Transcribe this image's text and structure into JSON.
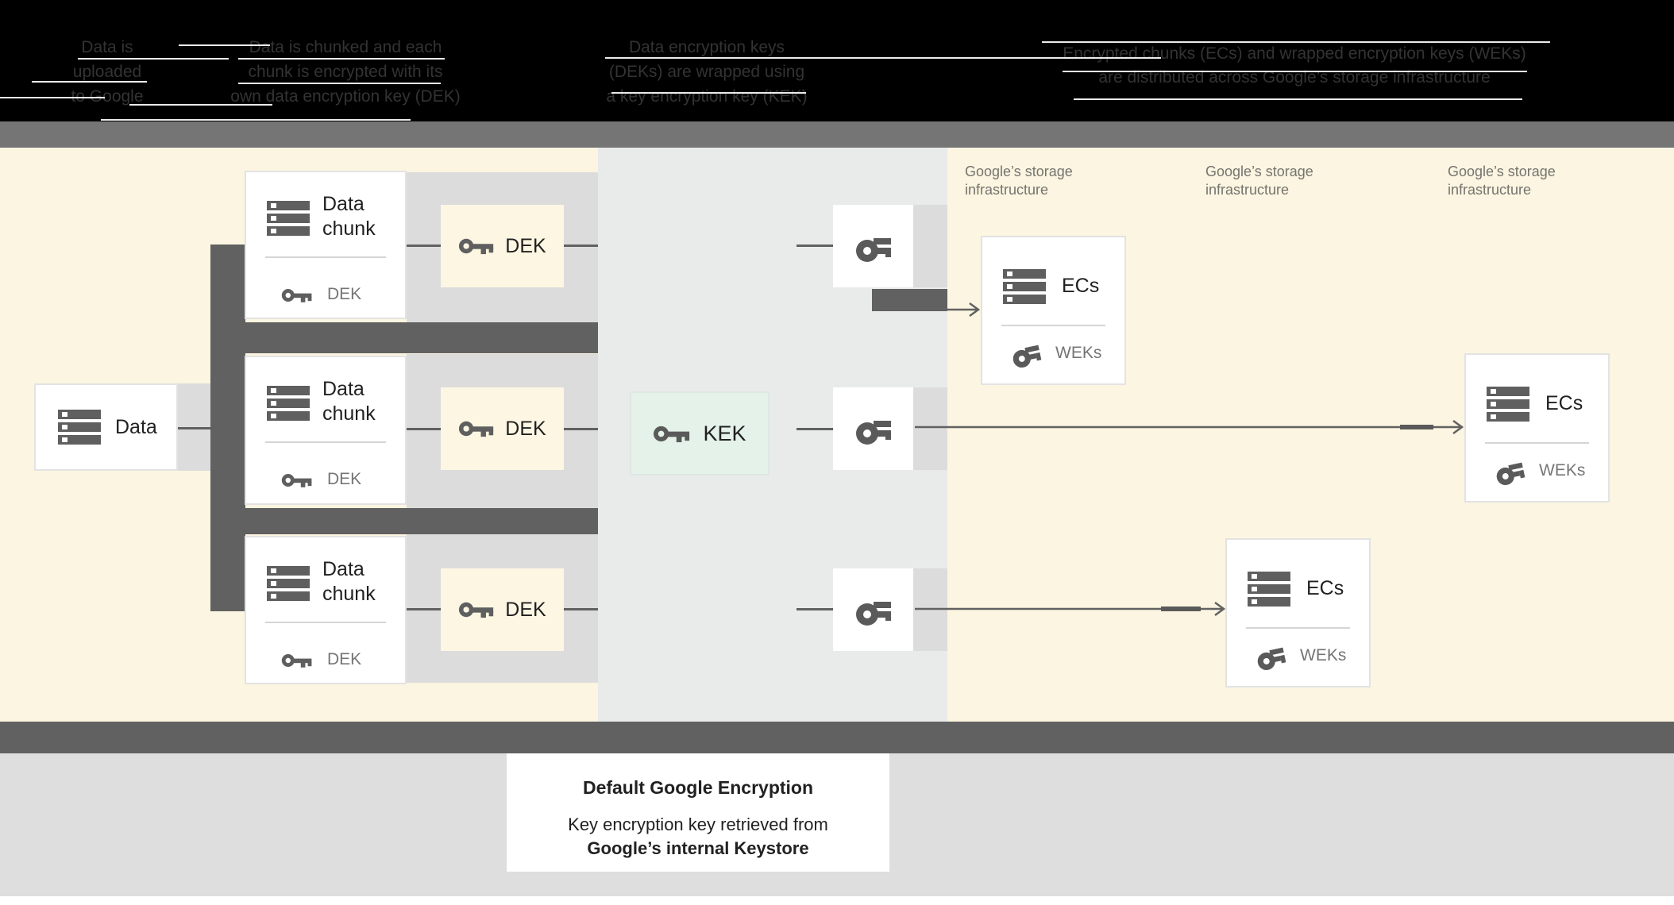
{
  "header": {
    "steps": [
      {
        "text": "Data is\nuploaded\nto Google"
      },
      {
        "text": "Data is chunked and each\nchunk is encrypted with its\nown data encryption key (DEK)"
      },
      {
        "text": "Data encryption keys\n(DEKs) are wrapped using\na key encryption key (KEK)"
      },
      {
        "text": "Encrypted chunks (ECs) and wrapped encryption keys (WEKs)\nare distributed across Google’s storage infrastructure"
      }
    ]
  },
  "diagram": {
    "data_box": {
      "label": "Data"
    },
    "rows": [
      {
        "chunk_title": "Data\nchunk",
        "chunk_key_label": "DEK",
        "dek_label": "DEK"
      },
      {
        "chunk_title": "Data\nchunk",
        "chunk_key_label": "DEK",
        "dek_label": "DEK"
      },
      {
        "chunk_title": "Data\nchunk",
        "chunk_key_label": "DEK",
        "dek_label": "DEK"
      }
    ],
    "kek_box": {
      "label": "KEK"
    },
    "storage_labels": [
      {
        "text": "Google’s storage\ninfrastructure"
      },
      {
        "text": "Google’s storage\ninfrastructure"
      },
      {
        "text": "Google’s storage\ninfrastructure"
      }
    ],
    "ecs_boxes": [
      {
        "label": "ECs",
        "key_label": "WEKs"
      },
      {
        "label": "ECs",
        "key_label": "WEKs"
      },
      {
        "label": "ECs",
        "key_label": "WEKs"
      }
    ]
  },
  "caption": {
    "title": "Default Google Encryption",
    "line1": "Key encryption key retrieved from",
    "line2": "Google’s internal Keystore"
  },
  "colors": {
    "cream_bg": "#fbf5e1",
    "mid_panel_bg": "#e8ebea",
    "row_panel_gray": "#dcdcdc",
    "dark_gray": "#616161",
    "header_black": "#000000",
    "top_bar_gray": "#757575",
    "bottom_gray": "#dedede",
    "kek_green": "#e4f2e9",
    "text_dark": "#212121",
    "text_gray": "#757575",
    "icon_gray": "#5f5f5f"
  }
}
